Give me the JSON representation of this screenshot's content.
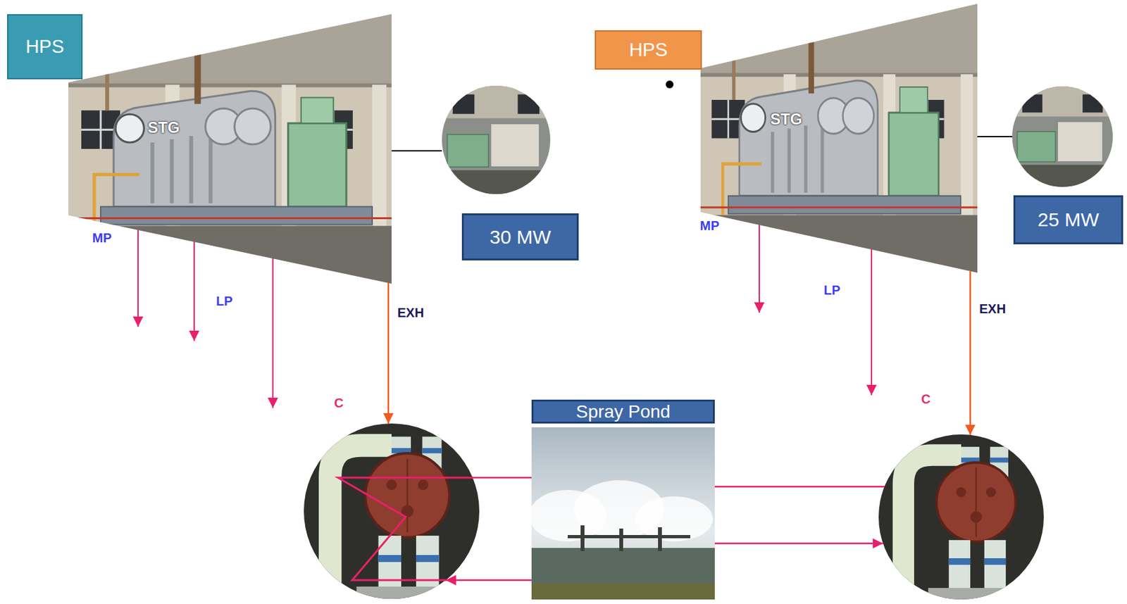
{
  "diagram": {
    "nodes": [
      {
        "text": [
          "HPS"
        ]
      },
      {
        "text": [
          "STG"
        ]
      },
      {
        "text": [
          "30 MW"
        ]
      },
      {
        "text": [
          "C"
        ]
      },
      {
        "text": [
          "Spray Pond"
        ]
      },
      {
        "text": [
          "HPS"
        ]
      },
      {
        "text": [
          "STG"
        ]
      },
      {
        "text": [
          "25 MW"
        ]
      },
      {
        "text": [
          "C"
        ]
      }
    ],
    "edges": [
      {
        "from": 1,
        "to": 3,
        "arrow": "to",
        "label": "EXH"
      },
      {
        "from": 3,
        "to": 4,
        "arrow": "none"
      },
      {
        "from": 4,
        "to": 3,
        "arrow": "to"
      },
      {
        "from": 6,
        "to": 8,
        "arrow": "to",
        "label": "EXH"
      },
      {
        "from": 4,
        "to": 8,
        "arrow": "none"
      },
      {
        "from": 4,
        "to": 8,
        "arrow": "to"
      }
    ],
    "labels": [
      "MP",
      "LP",
      "MP",
      "LP"
    ]
  }
}
